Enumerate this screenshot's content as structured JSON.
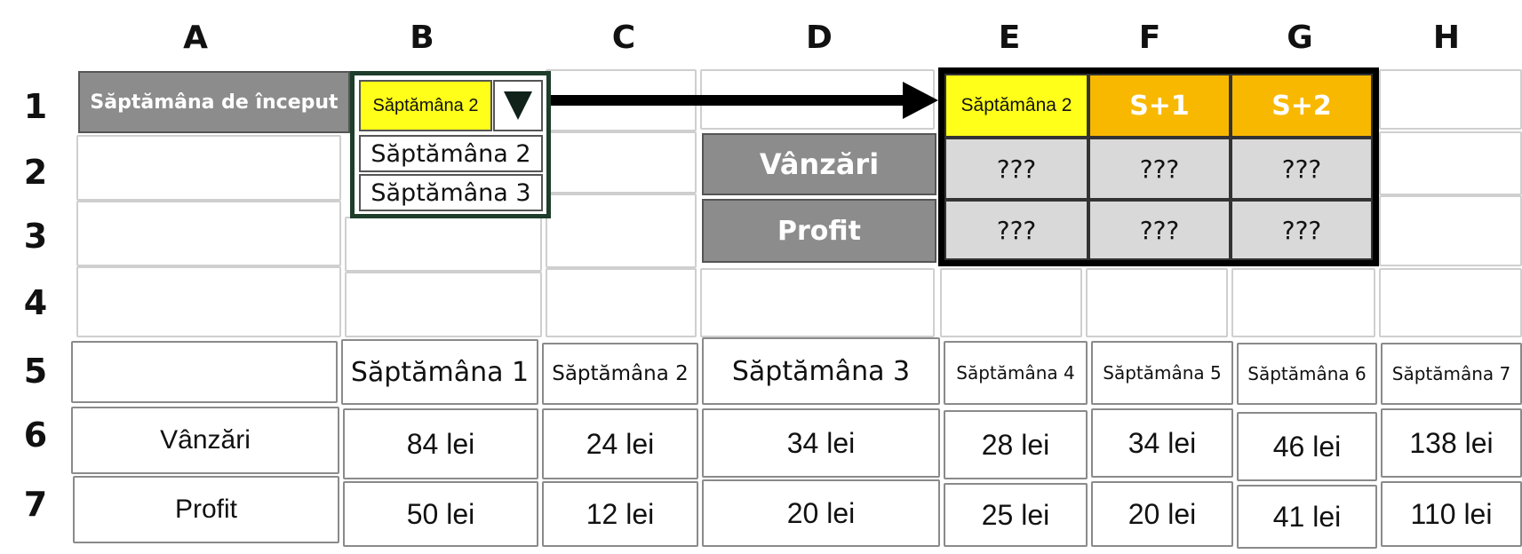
{
  "columns": [
    "A",
    "B",
    "C",
    "D",
    "E",
    "F",
    "G",
    "H"
  ],
  "rows": [
    "1",
    "2",
    "3",
    "4",
    "5",
    "6",
    "7"
  ],
  "start_label": "Săptămâna de început",
  "dropdown": {
    "selected": "Săptămâna 2",
    "options": [
      "Săptămâna 2",
      "Săptămâna 3"
    ]
  },
  "forecast": {
    "header": [
      "Săptămâna 2",
      "S+1",
      "S+2"
    ],
    "row_labels": [
      "Vânzări",
      "Profit"
    ],
    "placeholder": "???"
  },
  "table": {
    "weeks": [
      "Săptămâna 1",
      "Săptămâna 2",
      "Săptămâna 3",
      "Săptămâna 4",
      "Săptămâna 5",
      "Săptămâna 6",
      "Săptămâna 7"
    ],
    "sales_label": "Vânzări",
    "profit_label": "Profit",
    "sales": [
      "84 lei",
      "24 lei",
      "34 lei",
      "28 lei",
      "34 lei",
      "46 lei",
      "138 lei"
    ],
    "profit": [
      "50 lei",
      "12 lei",
      "20 lei",
      "25 lei",
      "20 lei",
      "41 lei",
      "110 lei"
    ]
  }
}
